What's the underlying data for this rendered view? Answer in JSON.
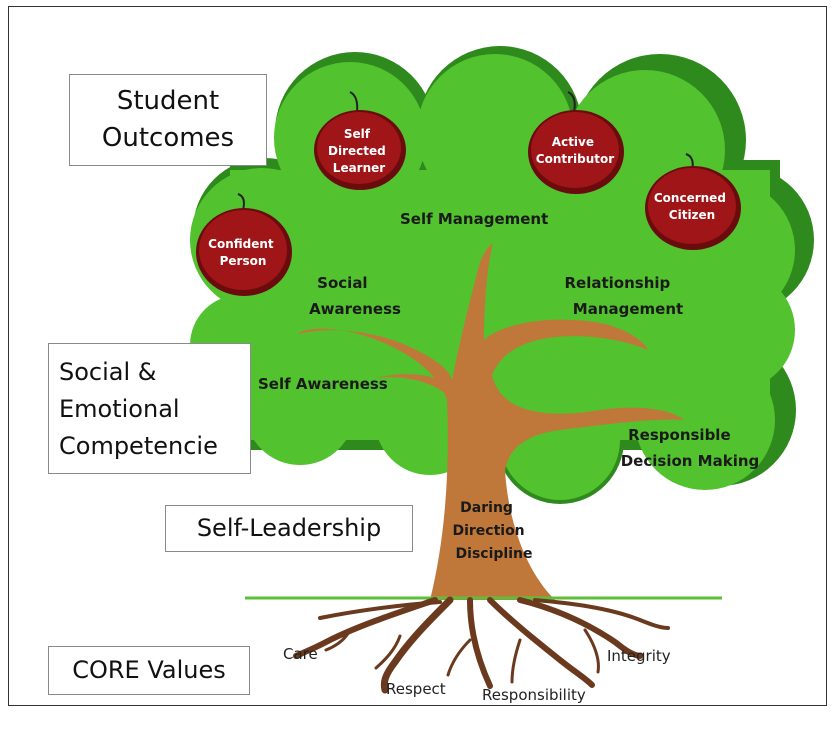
{
  "boxes": {
    "student_outcomes": [
      "Student",
      "Outcomes"
    ],
    "sel": [
      "Social &",
      "Emotional",
      "Competencie"
    ],
    "self_leadership": "Self-Leadership",
    "core_values": "CORE Values"
  },
  "apples": [
    {
      "lines": [
        "Self",
        "Directed",
        "Learner"
      ]
    },
    {
      "lines": [
        "Active",
        "Contributor"
      ]
    },
    {
      "lines": [
        "Concerned",
        "Citizen"
      ]
    },
    {
      "lines": [
        "Confident",
        "Person"
      ]
    }
  ],
  "competencies": {
    "self_management": "Self Management",
    "social_awareness": [
      "Social",
      "Awareness"
    ],
    "relationship_management": [
      "Relationship",
      "Management"
    ],
    "self_awareness": "Self Awareness",
    "responsible_decision": [
      "Responsible",
      "Decision Making"
    ]
  },
  "trunk": [
    "Daring",
    "Direction",
    "Discipline"
  ],
  "roots": {
    "care": "Care",
    "respect": "Respect",
    "responsibility": "Responsibility",
    "integrity": "Integrity"
  },
  "colors": {
    "foliage": "#52c22e",
    "foliage_shadow": "#2f8a1d",
    "trunk": "#c0783a",
    "roots": "#6b3a1e",
    "apple": "#a01517",
    "ground_line": "#5cbf3a"
  }
}
